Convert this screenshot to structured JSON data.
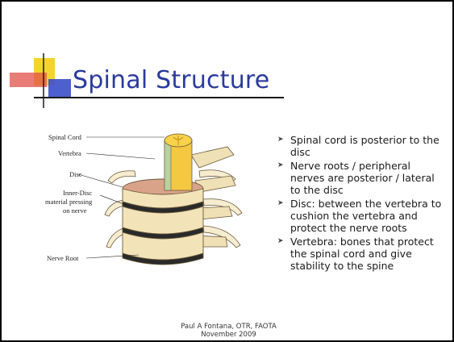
{
  "slide": {
    "title": "Spinal Structure",
    "bullets": [
      "Spinal cord is posterior to the disc",
      "Nerve roots / peripheral nerves are posterior / lateral to the disc",
      "Disc: between the vertebra to cushion the vertebra and protect the nerve roots",
      "Vertebra: bones that protect the spinal cord and give stability to the spine"
    ],
    "bullet_marker": "➤",
    "footer_line1": "Paul A Fontana, OTR, FAOTA",
    "footer_line2": "November 2009"
  },
  "diagram": {
    "labels": {
      "spinal_cord": "Spinal Cord",
      "vertebra": "Vertebra",
      "disc": "Disc",
      "inner_disc_line1": "Inner-Disc",
      "inner_disc_line2": "material pressing",
      "inner_disc_line3": "on nerve",
      "nerve_root": "Nerve Root"
    }
  },
  "colors": {
    "title": "#2b3a9d",
    "accent_yellow": "#f4d21f",
    "accent_red": "#e2504a",
    "accent_blue": "#3b4fc9",
    "bone": "#f3e3b8",
    "disc": "#d9a38a",
    "cord": "#f5c842"
  }
}
